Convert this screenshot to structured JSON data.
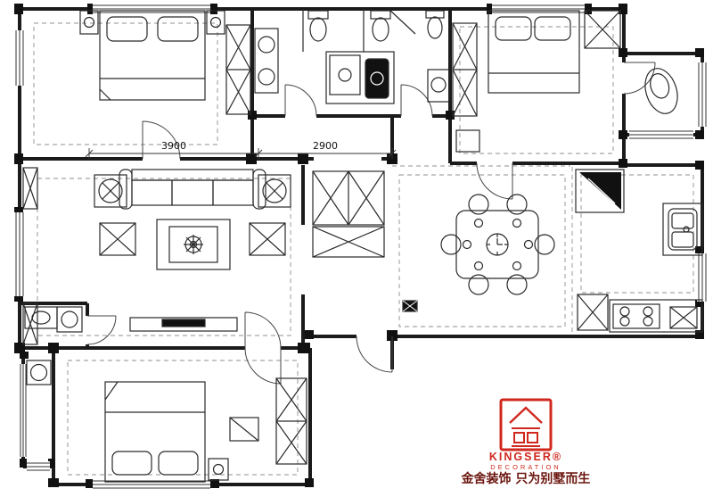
{
  "dimensions": {
    "dim_left": "3900",
    "dim_right": "2900"
  },
  "logo": {
    "brand": "KINGSER®",
    "sub": "DECORATION",
    "tagline": "金舍装饰 只为别墅而生",
    "seal_color": "#d0281e",
    "tagline_color": "#6b150e"
  },
  "colors": {
    "wall": "#1b1b1b",
    "furniture_line": "#2a2a2a",
    "dashed": "#8f8f8f",
    "background": "#ffffff"
  }
}
